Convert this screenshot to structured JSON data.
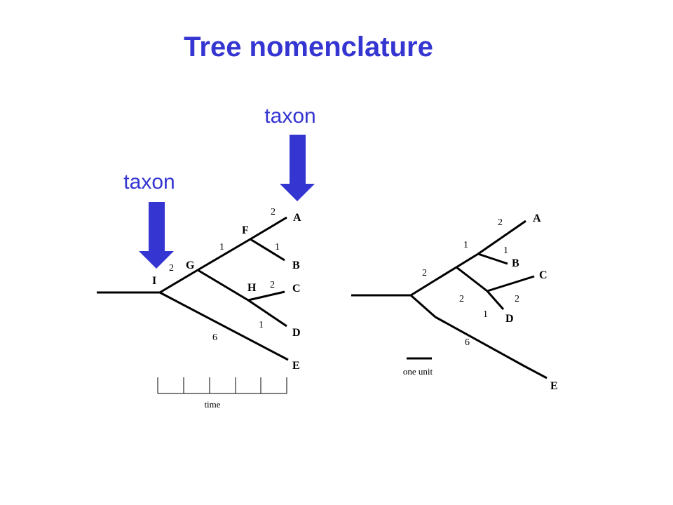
{
  "slide": {
    "title": "Tree nomenclature"
  },
  "callouts": [
    {
      "label": "taxon",
      "color": "#3535d2"
    },
    {
      "label": "taxon",
      "color": "#3535d2"
    }
  ],
  "left_tree": {
    "tips": [
      "A",
      "B",
      "C",
      "D",
      "E"
    ],
    "internal_nodes": [
      "F",
      "G",
      "H",
      "I"
    ],
    "branch_lengths": [
      "2",
      "1",
      "1",
      "2",
      "2",
      "1",
      "6"
    ],
    "scale_label": "time"
  },
  "right_tree": {
    "tips": [
      "A",
      "B",
      "C",
      "D",
      "E"
    ],
    "branch_lengths": [
      "2",
      "1",
      "1",
      "2",
      "2",
      "2",
      "1",
      "6"
    ],
    "scale_label": "one unit"
  }
}
